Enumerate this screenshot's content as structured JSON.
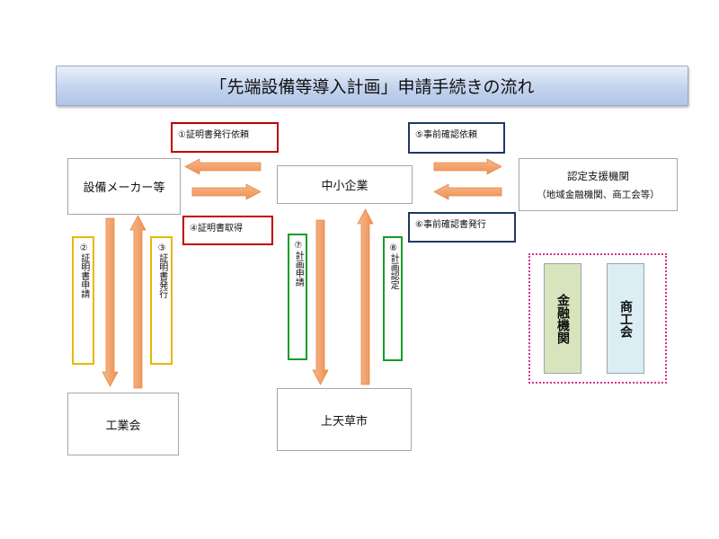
{
  "title": "「先端設備等導入計画」申請手続きの流れ",
  "nodes": {
    "maker": "設備メーカー等",
    "sme": "中小企業",
    "support_org": "認定支援機関",
    "support_org_sub": "（地域金融機関、商工会等）",
    "industry_assoc": "工業会",
    "city": "上天草市"
  },
  "steps": {
    "s1": "①証明書発行依頼",
    "s2": "②証明書申請",
    "s3": "③証明書発行",
    "s4": "④証明書取得",
    "s5": "⑤事前確認依頼",
    "s6": "⑥事前確認書発行",
    "s7": "⑦計画申請",
    "s8": "⑧計画認定"
  },
  "group": {
    "finance": "金融機関",
    "commerce": "商工会"
  },
  "colors": {
    "arrow": "#f4a46c",
    "red_label": "#c00000",
    "navy_label": "#1f3864",
    "yellow_label": "#e6b800",
    "green_label": "#169c2a",
    "finance_fill": "#d8e4bc",
    "commerce_fill": "#dbeef4",
    "group_border": "#d6338a"
  }
}
